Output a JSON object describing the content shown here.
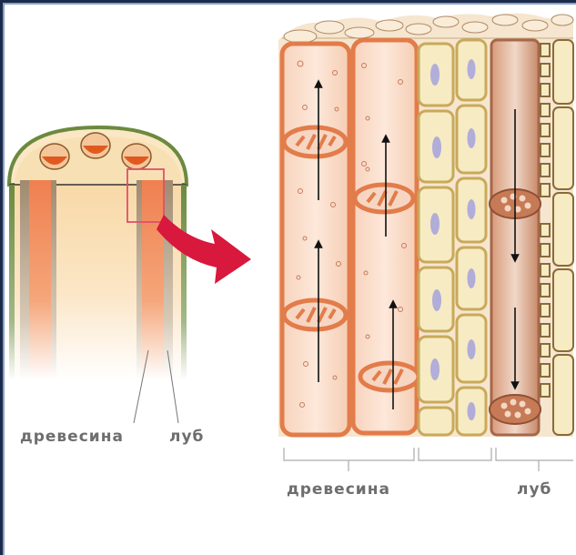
{
  "labels": {
    "left_wood": "древесина",
    "left_bast": "луб",
    "right_wood": "древесина",
    "right_bast": "луб"
  },
  "colors": {
    "wood": "#ef8f5e",
    "wood_light": "#fbe1cf",
    "bast": "#f6ebc3",
    "cortex": "#6b8a3e",
    "arrow": "#d8183c",
    "nucleus": "#a7a2dd"
  }
}
